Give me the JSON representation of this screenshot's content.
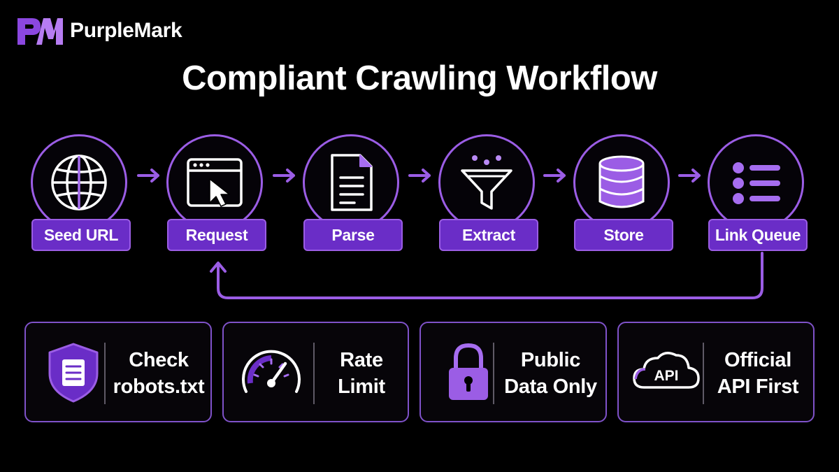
{
  "brand": {
    "name": "PurpleMark",
    "logo_icon": "pm-monogram-icon"
  },
  "title": "Compliant Crawling Workflow",
  "workflow": {
    "steps": [
      {
        "label": "Seed URL",
        "icon": "globe-icon"
      },
      {
        "label": "Request",
        "icon": "browser-cursor-icon"
      },
      {
        "label": "Parse",
        "icon": "document-icon"
      },
      {
        "label": "Extract",
        "icon": "funnel-icon"
      },
      {
        "label": "Store",
        "icon": "database-icon"
      },
      {
        "label": "Link Queue",
        "icon": "list-icon"
      }
    ],
    "loop": {
      "from": "Link Queue",
      "to": "Request"
    }
  },
  "principles": [
    {
      "line1": "Check",
      "line2": "robots.txt",
      "icon": "shield-document-icon"
    },
    {
      "line1": "Rate",
      "line2": "Limit",
      "icon": "speedometer-icon"
    },
    {
      "line1": "Public",
      "line2": "Data Only",
      "icon": "padlock-icon"
    },
    {
      "line1": "Official",
      "line2": "API First",
      "icon": "api-cloud-icon",
      "icon_text": "API"
    }
  ],
  "colors": {
    "accent": "#9b5de5",
    "label_fill": "#6a2dc7",
    "background": "#000000",
    "text": "#ffffff"
  }
}
